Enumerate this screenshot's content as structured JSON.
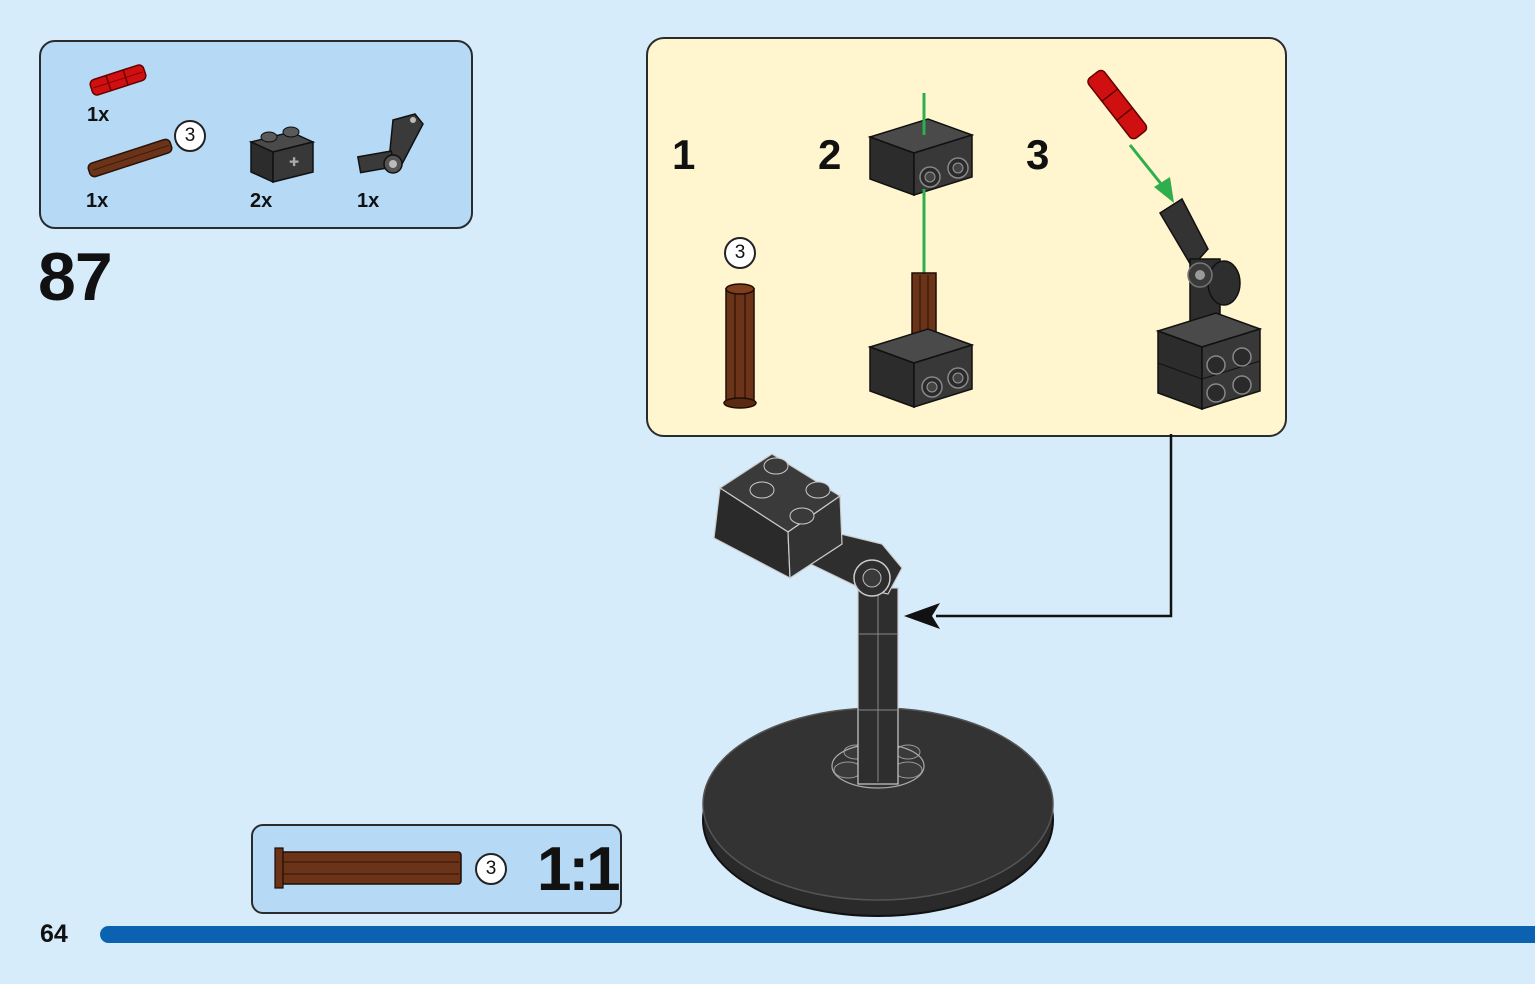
{
  "step": {
    "number": "87"
  },
  "parts_list": {
    "items": [
      {
        "name": "red-connector-pin",
        "qty": "1x",
        "color": "#d01010"
      },
      {
        "name": "brown-axle",
        "qty": "1x",
        "axle_length": "3",
        "color": "#6b3318"
      },
      {
        "name": "black-brick-1x2-axle-hole",
        "qty": "2x",
        "color": "#2e2e2e"
      },
      {
        "name": "black-angle-connector",
        "qty": "1x",
        "color": "#2e2e2e"
      }
    ]
  },
  "substeps": [
    {
      "label": "1",
      "axle_length": "3"
    },
    {
      "label": "2"
    },
    {
      "label": "3"
    }
  ],
  "scale_reference": {
    "axle_length": "3",
    "label": "1:1"
  },
  "page": {
    "number": "64"
  },
  "colors": {
    "background": "#d6ecfb",
    "parts_box": "#b6d9f5",
    "substep_panel": "#fff5cf",
    "arrow_green": "#2fae4e",
    "progress_bar": "#0a62b0"
  }
}
